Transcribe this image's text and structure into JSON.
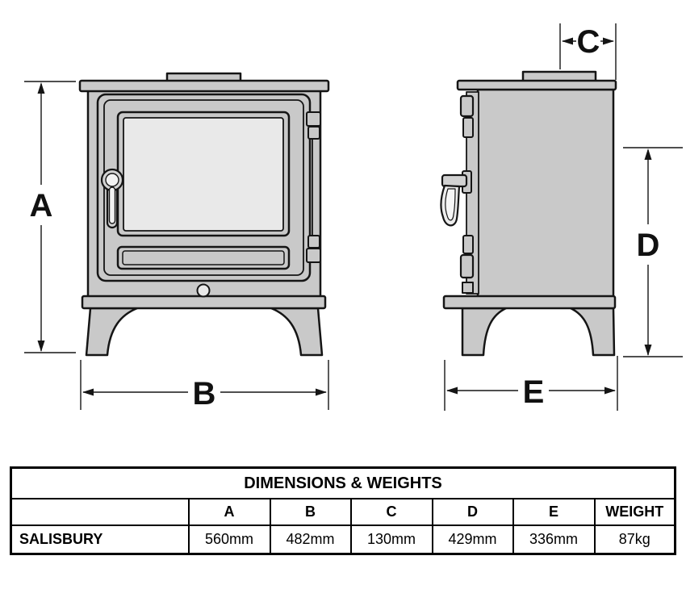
{
  "diagram": {
    "labels": {
      "a": "A",
      "b": "B",
      "c": "C",
      "d": "D",
      "e": "E"
    },
    "colors": {
      "body": "#c9c9c9",
      "glass": "#e9e9e9",
      "line": "#151515"
    }
  },
  "table": {
    "title": "DIMENSIONS & WEIGHTS",
    "row_header": "",
    "columns": [
      "A",
      "B",
      "C",
      "D",
      "E",
      "WEIGHT"
    ],
    "rows": [
      {
        "name": "SALISBURY",
        "values": [
          "560mm",
          "482mm",
          "130mm",
          "429mm",
          "336mm",
          "87kg"
        ]
      }
    ]
  }
}
